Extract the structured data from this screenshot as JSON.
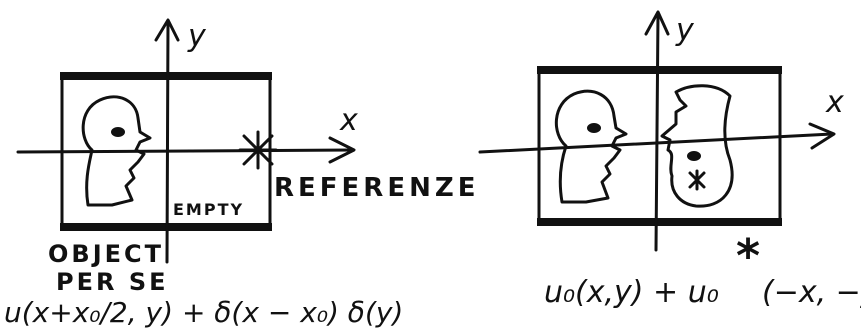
{
  "left_panel": {
    "axis_y_label": "y",
    "axis_x_label": "x",
    "empty_label": "EMPTY",
    "reference_label": "REFERENZE",
    "object_label_line1": "OBJECT",
    "object_label_line2": "PER SE",
    "formula": "u(x+x₀/2, y) + δ(x − x₀) δ(y)"
  },
  "right_panel": {
    "axis_y_label": "y",
    "axis_x_label": "x",
    "formula_main": "u₀(x,y) + u₀",
    "formula_star": "*",
    "formula_tail": "(−x, −y)"
  },
  "colors": {
    "ink": "#111111",
    "paper": "#ffffff"
  }
}
